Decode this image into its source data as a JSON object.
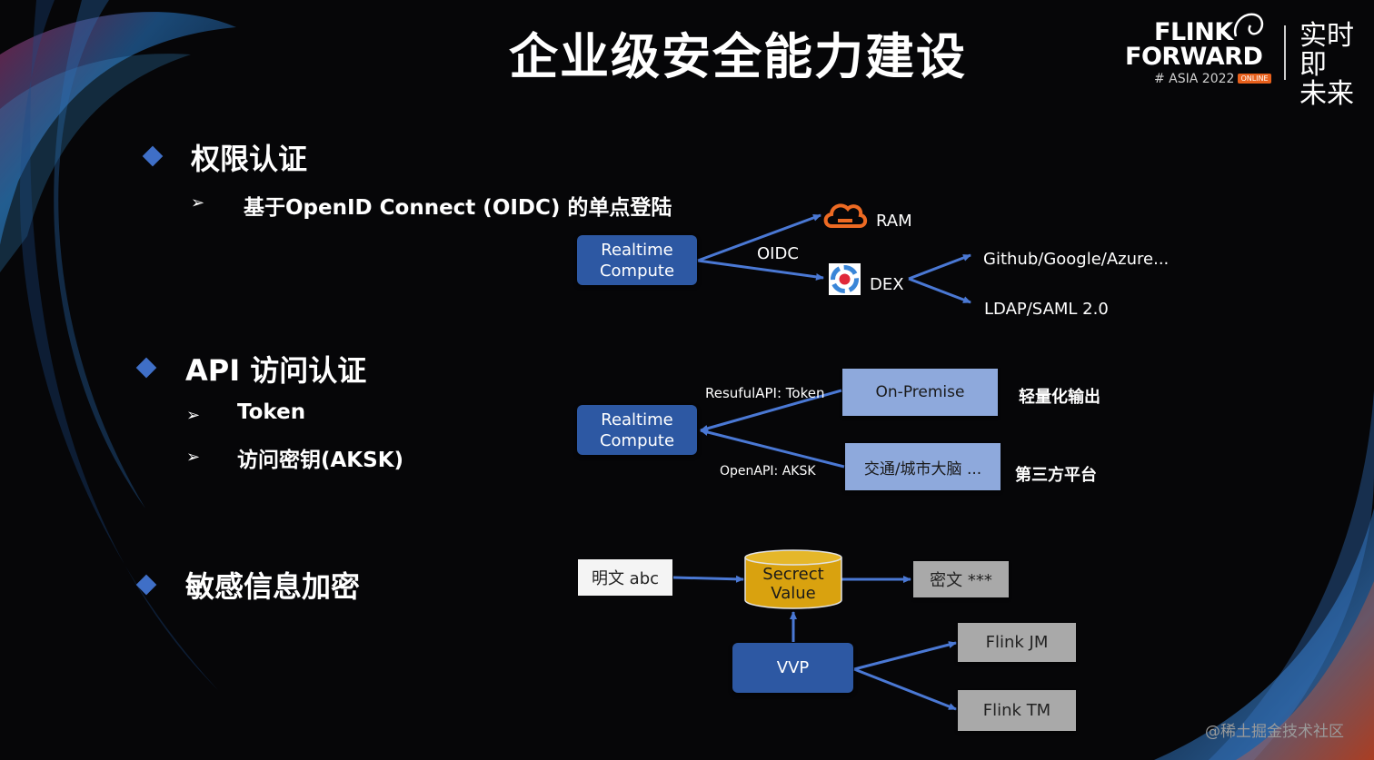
{
  "title": "企业级安全能力建设",
  "logo": {
    "line1": "FLINK",
    "line2": "FORWARD",
    "event": "# ASIA 2022",
    "badge": "ONLINE",
    "slogan_line1": "实时即",
    "slogan_line2": "未来"
  },
  "sections": {
    "auth": {
      "heading": "权限认证",
      "bullets": [
        "基于OpenID Connect (OIDC) 的单点登陆"
      ]
    },
    "api": {
      "heading": "API 访问认证",
      "bullets": [
        "Token",
        "访问密钥(AKSK)"
      ]
    },
    "encrypt": {
      "heading": "敏感信息加密"
    }
  },
  "diagram1": {
    "source": "Realtime Compute",
    "edge_label": "OIDC",
    "ram": "RAM",
    "dex": "DEX",
    "idp1": "Github/Google/Azure...",
    "idp2": "LDAP/SAML 2.0"
  },
  "diagram2": {
    "source": "Realtime Compute",
    "edge1": "ResufulAPI: Token",
    "edge2": "OpenAPI: AKSK",
    "target1": "On-Premise",
    "target1_note": "轻量化输出",
    "target2": "交通/城市大脑 ...",
    "target2_note": "第三方平台"
  },
  "diagram3": {
    "plain": "明文 abc",
    "store": "Secrect Value",
    "cipher": "密文 ***",
    "vvp": "VVP",
    "jm": "Flink JM",
    "tm": "Flink TM"
  },
  "watermark": "@稀土掘金技术社区",
  "colors": {
    "accent": "#3f6fc7",
    "dark_box": "#2d58a3",
    "light_box": "#8ea9dc",
    "store": "#d9a20f",
    "ram_icon": "#ed6a23"
  }
}
